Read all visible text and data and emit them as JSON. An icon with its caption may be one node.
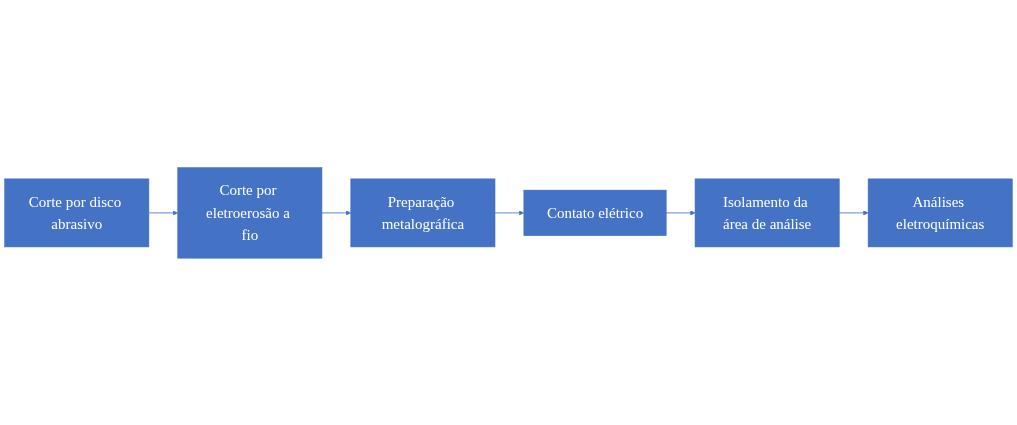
{
  "diagram": {
    "nodes": [
      {
        "text": [
          "Corte por disco abrasivo"
        ]
      },
      {
        "text": [
          "Corte por eletroerosão a fio"
        ]
      },
      {
        "text": [
          "Preparação metalográfica"
        ]
      },
      {
        "text": [
          "Contato elétrico"
        ]
      },
      {
        "text": [
          "Isolamento da área de análise"
        ]
      },
      {
        "text": [
          "Análises eletroquímicas"
        ]
      }
    ],
    "edges": [
      {
        "from": 0,
        "to": 1,
        "arrow": "to"
      },
      {
        "from": 1,
        "to": 2,
        "arrow": "to"
      },
      {
        "from": 2,
        "to": 3,
        "arrow": "to"
      },
      {
        "from": 3,
        "to": 4,
        "arrow": "to"
      },
      {
        "from": 4,
        "to": 5,
        "arrow": "to"
      }
    ]
  }
}
